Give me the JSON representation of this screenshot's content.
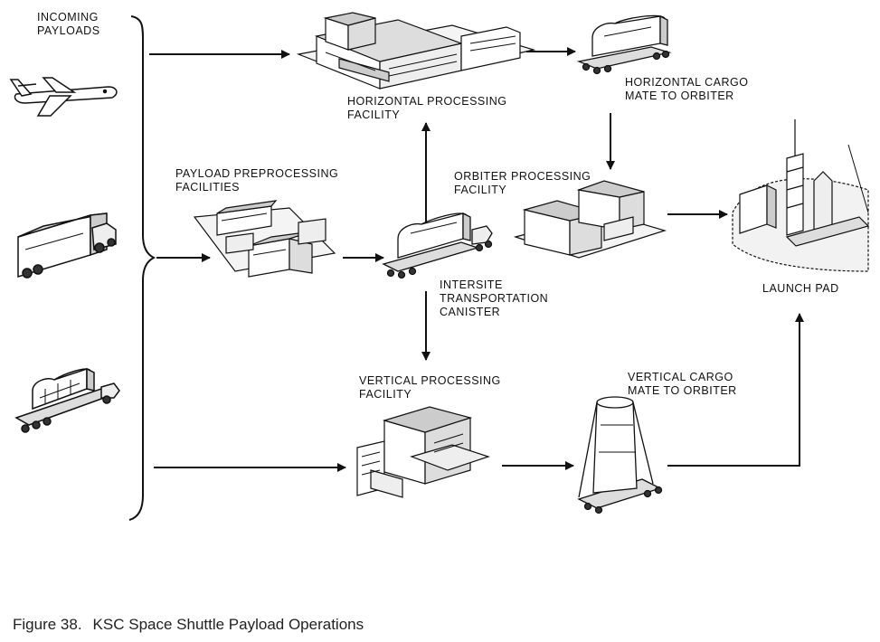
{
  "labels": {
    "incoming": [
      "INCOMING",
      "PAYLOADS"
    ],
    "horizontal_processing": [
      "HORIZONTAL PROCESSING",
      "FACILITY"
    ],
    "horizontal_cargo": [
      "HORIZONTAL CARGO",
      "MATE TO ORBITER"
    ],
    "payload_preprocessing": [
      "PAYLOAD PREPROCESSING",
      "FACILITIES"
    ],
    "orbiter_processing": [
      "ORBITER PROCESSING",
      "FACILITY"
    ],
    "launch_pad": "LAUNCH PAD",
    "canister": [
      "INTERSITE",
      "TRANSPORTATION",
      "CANISTER"
    ],
    "vertical_processing": [
      "VERTICAL PROCESSING",
      "FACILITY"
    ],
    "vertical_cargo": [
      "VERTICAL CARGO",
      "MATE TO ORBITER"
    ]
  },
  "caption": {
    "figure": "Figure 38.",
    "title": "KSC Space Shuttle Payload Operations"
  }
}
